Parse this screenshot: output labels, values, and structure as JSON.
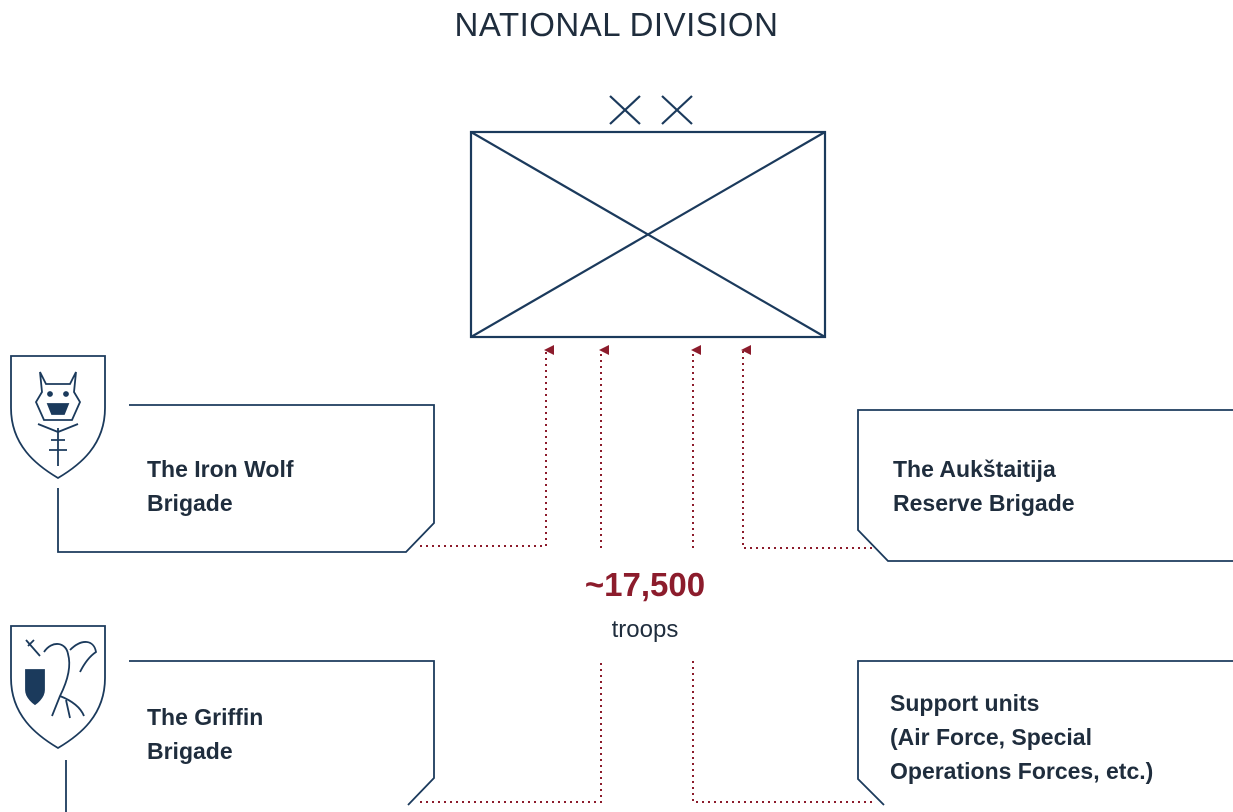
{
  "title": "NATIONAL DIVISION",
  "troops": {
    "value": "~17,500",
    "unit": "troops"
  },
  "units": {
    "iron_wolf": "The Iron Wolf\nBrigade",
    "aukstaitija": "The Aukštaitija\nReserve Brigade",
    "griffin": "The Griffin\nBrigade",
    "support": "Support units\n(Air Force, Special\nOperations Forces, etc.)"
  },
  "colors": {
    "navy": "#1b3a5c",
    "arrow": "#8c1c2c",
    "text": "#1f2d3d"
  }
}
